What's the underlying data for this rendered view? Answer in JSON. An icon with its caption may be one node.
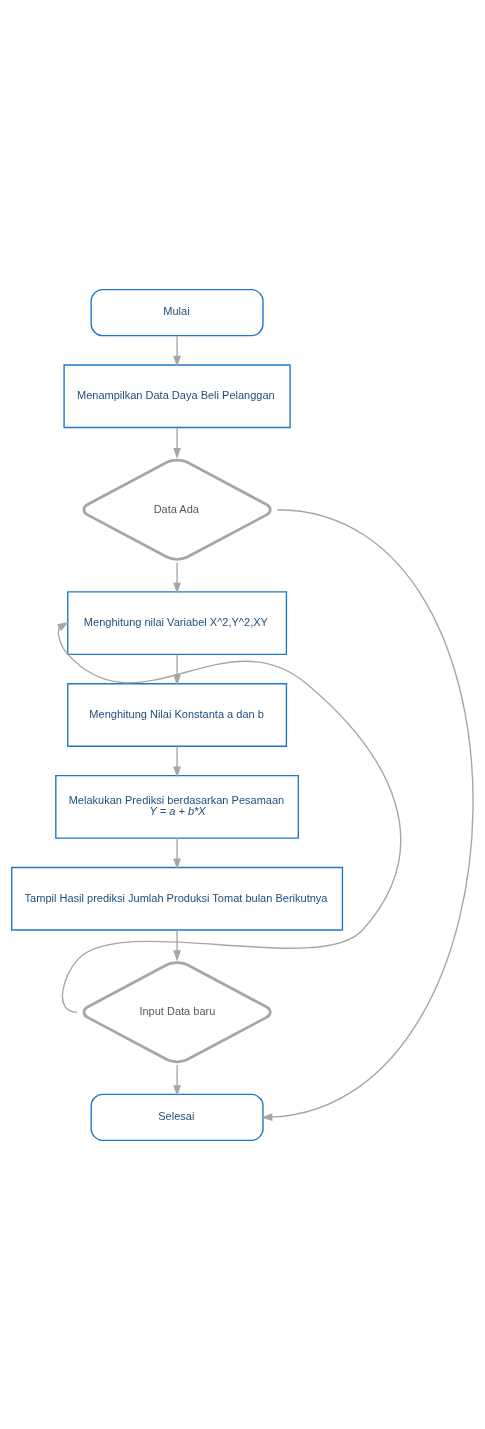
{
  "diagram": {
    "nodes": [
      {
        "text": [
          "Mulai"
        ]
      },
      {
        "text": [
          "Menampilkan Data Daya Beli Pelanggan"
        ]
      },
      {
        "text": [
          "Data Ada"
        ]
      },
      {
        "text": [
          "Menghitung nilai Variabel X^2,Y^2,XY"
        ]
      },
      {
        "text": [
          "Menghitung Nilai Konstanta a dan b"
        ]
      },
      {
        "text": [
          "Melakukan Prediksi berdasarkan Pesamaan",
          "Y = a + b*X"
        ]
      },
      {
        "text": [
          "Tampil Hasil prediksi Jumlah Produksi Tomat bulan Berikutnya"
        ]
      },
      {
        "text": [
          "Input Data baru"
        ]
      },
      {
        "text": [
          "Selesai"
        ]
      }
    ],
    "edges": [
      {
        "from": 0,
        "to": 1,
        "arrow": "to"
      },
      {
        "from": 1,
        "to": 2,
        "arrow": "to"
      },
      {
        "from": 2,
        "to": 3,
        "arrow": "to"
      },
      {
        "from": 3,
        "to": 4,
        "arrow": "to"
      },
      {
        "from": 4,
        "to": 5,
        "arrow": "to"
      },
      {
        "from": 5,
        "to": 6,
        "arrow": "to"
      },
      {
        "from": 6,
        "to": 7,
        "arrow": "to"
      },
      {
        "from": 7,
        "to": 8,
        "arrow": "to"
      },
      {
        "from": 7,
        "to": 3,
        "arrow": "to"
      },
      {
        "from": 2,
        "to": 8,
        "arrow": "to"
      }
    ]
  }
}
